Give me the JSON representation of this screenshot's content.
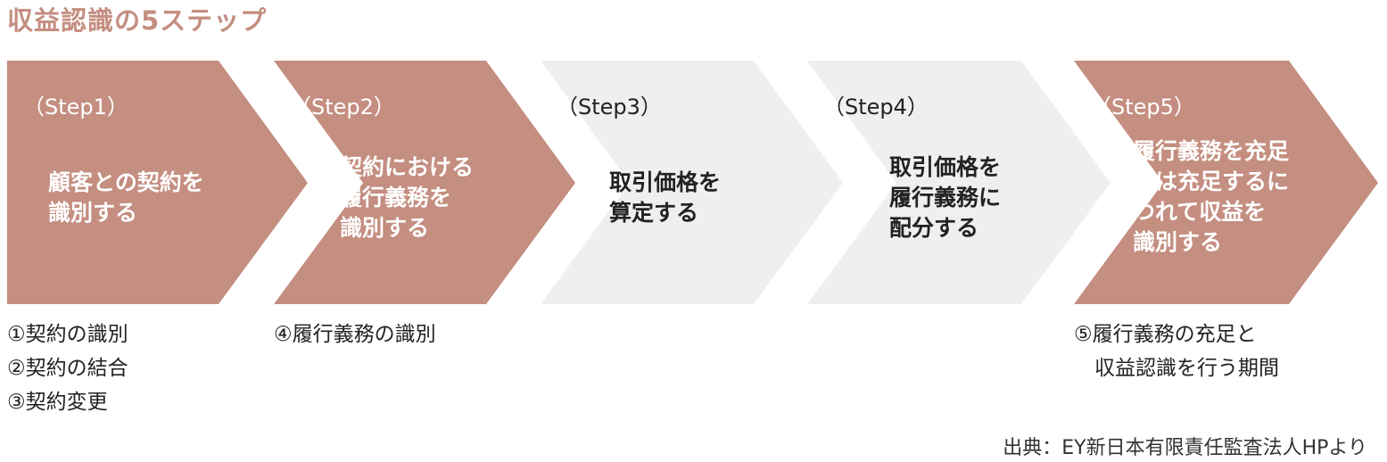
{
  "title": "収益認識の5ステップ",
  "colors": {
    "accent": "#c48e80",
    "light": "#efefed",
    "title": "#c48e80"
  },
  "steps": [
    {
      "label": "（Step1）",
      "lines": [
        "顧客との契約を",
        "識別する"
      ],
      "style": "accent",
      "notes": [
        "①契約の識別",
        "②契約の結合",
        "③契約変更"
      ]
    },
    {
      "label": "（Step2）",
      "lines": [
        "契約における",
        "履行義務を",
        "識別する"
      ],
      "style": "accent",
      "notes": [
        "④履行義務の識別"
      ]
    },
    {
      "label": "（Step3）",
      "lines": [
        "取引価格を",
        "算定する"
      ],
      "style": "light",
      "notes": []
    },
    {
      "label": "（Step4）",
      "lines": [
        "取引価格を",
        "履行義務に",
        "配分する"
      ],
      "style": "light",
      "notes": []
    },
    {
      "label": "（Step5）",
      "lines": [
        "履行義務を充足",
        "又は充足するに",
        "つれて収益を",
        "識別する"
      ],
      "style": "accent",
      "notes": [
        "⑤履行義務の充足と",
        "　収益認識を行う期間"
      ]
    }
  ],
  "source": "出典：EY新日本有限責任監査法人HPより"
}
